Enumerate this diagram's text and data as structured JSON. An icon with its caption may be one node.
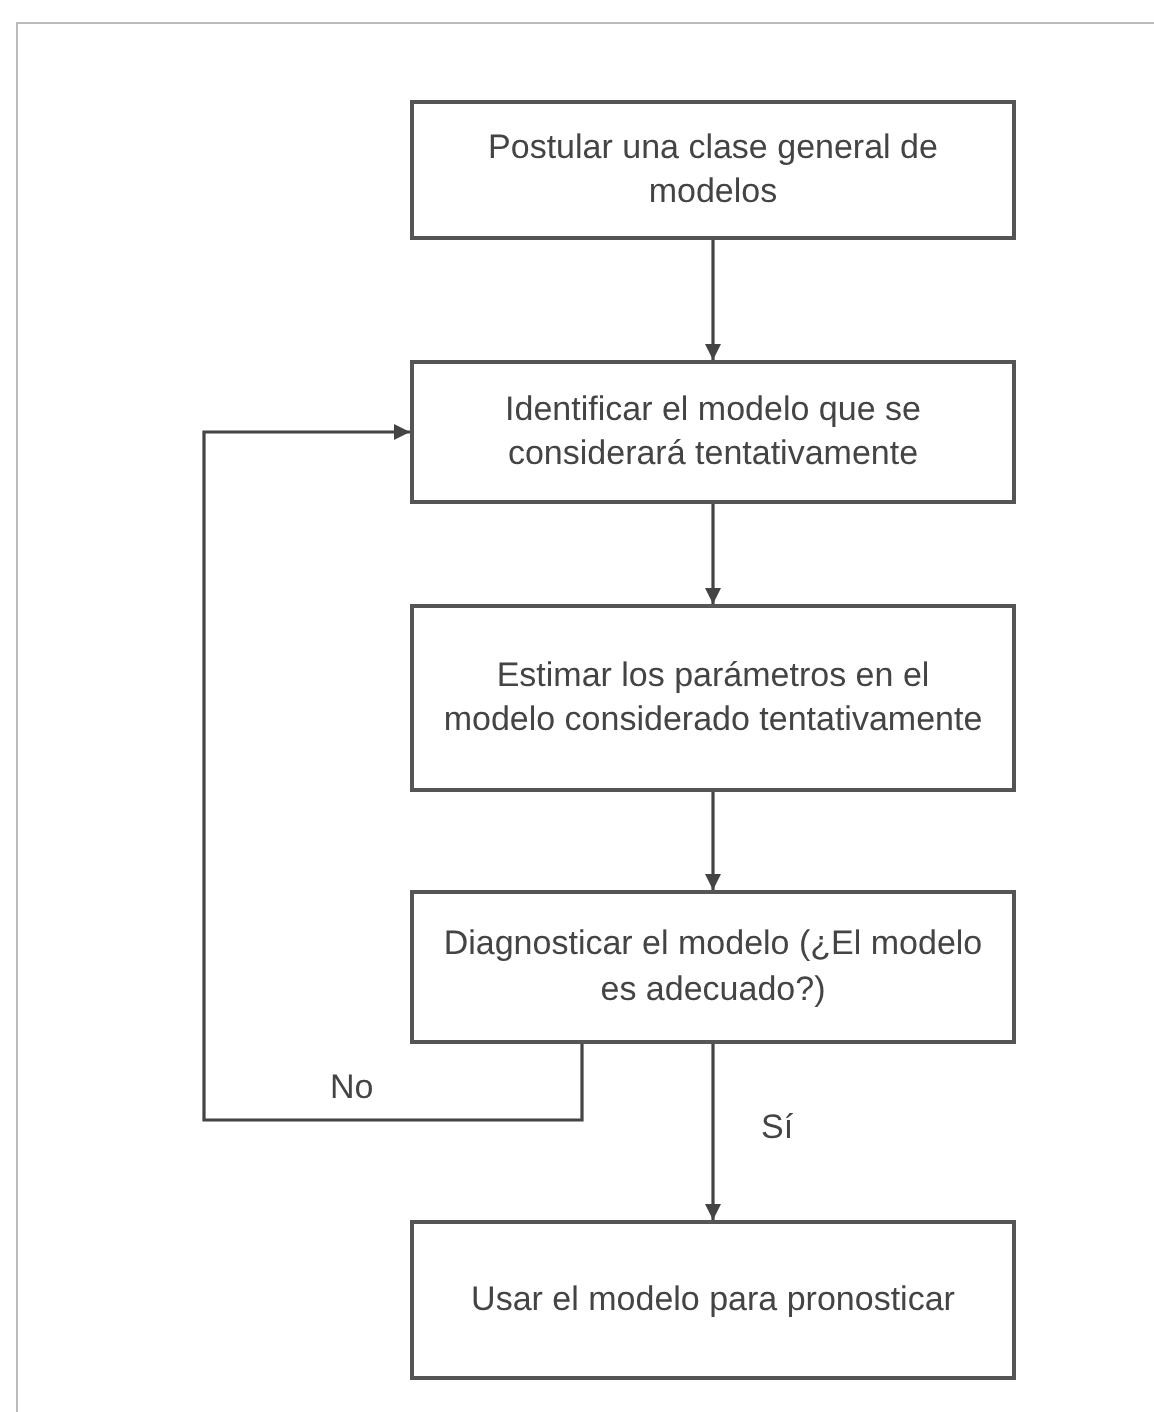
{
  "diagram": {
    "nodes": [
      {
        "text": [
          "Postular una clase general de modelos"
        ]
      },
      {
        "text": [
          "Identificar el modelo que se considerará tentativamente"
        ]
      },
      {
        "text": [
          "Estimar los parámetros en el modelo considerado tentativamente"
        ]
      },
      {
        "text": [
          "Diagnosticar el modelo (¿El modelo es adecuado?)"
        ]
      },
      {
        "text": [
          "Usar el modelo para pronosticar"
        ]
      }
    ],
    "edges": [
      {
        "from": 0,
        "to": 1,
        "arrow": "to"
      },
      {
        "from": 1,
        "to": 2,
        "arrow": "to"
      },
      {
        "from": 2,
        "to": 3,
        "arrow": "to"
      },
      {
        "from": 3,
        "to": 1,
        "arrow": "to",
        "label": "No"
      },
      {
        "from": 3,
        "to": 4,
        "arrow": "to",
        "label": "Sí"
      }
    ]
  }
}
